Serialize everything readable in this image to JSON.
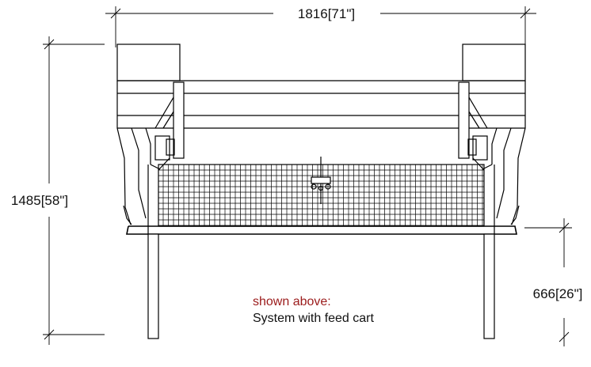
{
  "dimensions": {
    "width": "1816[71\"]",
    "height_total": "1485[58\"]",
    "height_leg": "666[26\"]"
  },
  "caption": {
    "line1": "shown above:",
    "line2": "System with feed cart"
  },
  "colors": {
    "caption_accent": "#9b1b1b",
    "line": "#000000"
  }
}
